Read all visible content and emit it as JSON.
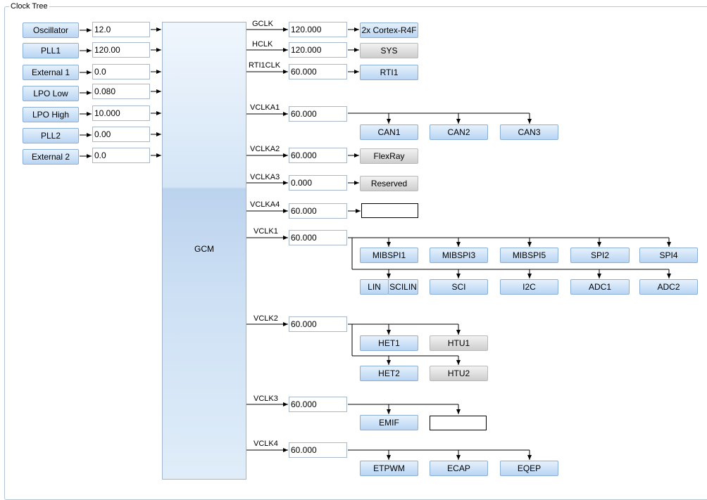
{
  "panel": {
    "title": "Clock Tree"
  },
  "sources": [
    {
      "label": "Oscillator",
      "value": "12.0"
    },
    {
      "label": "PLL1",
      "value": "120.00"
    },
    {
      "label": "External 1",
      "value": "0.0"
    },
    {
      "label": "LPO Low",
      "value": "0.080"
    },
    {
      "label": "LPO High",
      "value": "10.000"
    },
    {
      "label": "PLL2",
      "value": "0.00"
    },
    {
      "label": "External 2",
      "value": "0.0"
    }
  ],
  "gcm": {
    "label": "GCM"
  },
  "clocks": {
    "gclk": {
      "label": "GCLK",
      "value": "120.000"
    },
    "hclk": {
      "label": "HCLK",
      "value": "120.000"
    },
    "rti1clk": {
      "label": "RTI1CLK",
      "value": "60.000"
    },
    "vclka1": {
      "label": "VCLKA1",
      "value": "60.000"
    },
    "vclka2": {
      "label": "VCLKA2",
      "value": "60.000"
    },
    "vclka3": {
      "label": "VCLKA3",
      "value": "0.000"
    },
    "vclka4": {
      "label": "VCLKA4",
      "value": "60.000"
    },
    "vclk1": {
      "label": "VCLK1",
      "value": "60.000"
    },
    "vclk2": {
      "label": "VCLK2",
      "value": "60.000"
    },
    "vclk3": {
      "label": "VCLK3",
      "value": "60.000"
    },
    "vclk4": {
      "label": "VCLK4",
      "value": "60.000"
    }
  },
  "modules": {
    "cortex": "2x Cortex-R4F",
    "sys": "SYS",
    "rti1": "RTI1",
    "can1": "CAN1",
    "can2": "CAN2",
    "can3": "CAN3",
    "flexray": "FlexRay",
    "reserved": "Reserved",
    "mibspi1": "MIBSPI1",
    "mibspi3": "MIBSPI3",
    "mibspi5": "MIBSPI5",
    "spi2": "SPI2",
    "spi4": "SPI4",
    "lin": "LIN",
    "scilin": "SCILIN",
    "sci": "SCI",
    "i2c": "I2C",
    "adc1": "ADC1",
    "adc2": "ADC2",
    "het1": "HET1",
    "htu1": "HTU1",
    "het2": "HET2",
    "htu2": "HTU2",
    "emif": "EMIF",
    "etpwm": "ETPWM",
    "ecap": "ECAP",
    "eqep": "EQEP"
  },
  "colors": {
    "button_border": "#8aaed4",
    "button_fill": "#cfe3f8",
    "gray_button_fill": "#e0e0e0",
    "gcm_fill": "#cde0f4"
  }
}
